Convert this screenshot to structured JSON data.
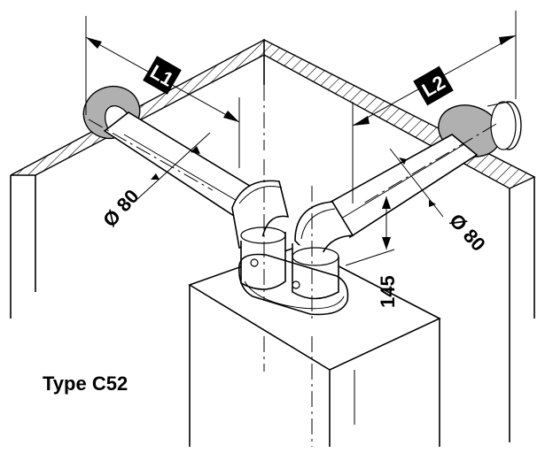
{
  "diagram": {
    "labels": {
      "length_1": "L1",
      "length_2": "L2",
      "diameter_left": "Ø 80",
      "diameter_right": "Ø 80",
      "height": "145",
      "type": "Type C52"
    },
    "colors": {
      "line": "#000000",
      "wall_seal": "#b0b0b0",
      "badge": "#000000",
      "background": "#ffffff"
    }
  }
}
